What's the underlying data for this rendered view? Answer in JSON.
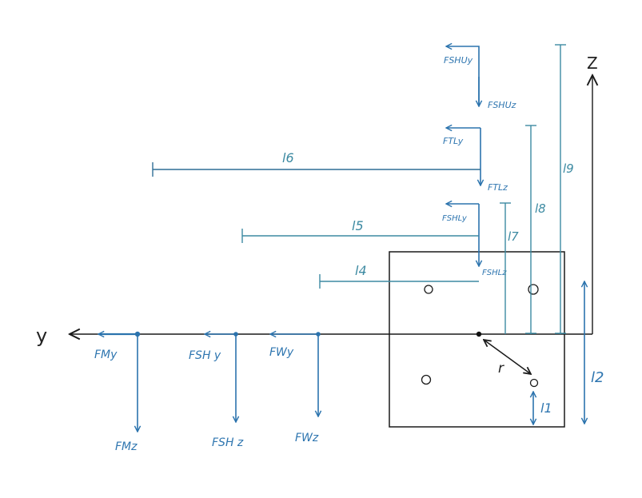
{
  "colors": {
    "force_blue": "#2b73ad",
    "dimension_teal": "#3d8aa2",
    "axis_black": "#1a1a1a"
  },
  "axes": {
    "y_label": "y",
    "z_label": "Z"
  },
  "forces": {
    "fm_y": "FMy",
    "fm_z": "FMz",
    "fsh_y": "FSH y",
    "fsh_z": "FSH z",
    "fw_y": "FWy",
    "fw_z": "FWz",
    "fshu_y": "FSHUy",
    "fshu_z": "FSHUz",
    "ftl_y": "FTLy",
    "ftl_z": "FTLz",
    "fshl_y": "FSHLy",
    "fshl_z": "FSHLz"
  },
  "dimensions": {
    "l1": "l1",
    "l2": "l2",
    "l4": "l4",
    "l5": "l5",
    "l6": "l6",
    "l7": "l7",
    "l8": "l8",
    "l9": "l9",
    "r": "r"
  }
}
